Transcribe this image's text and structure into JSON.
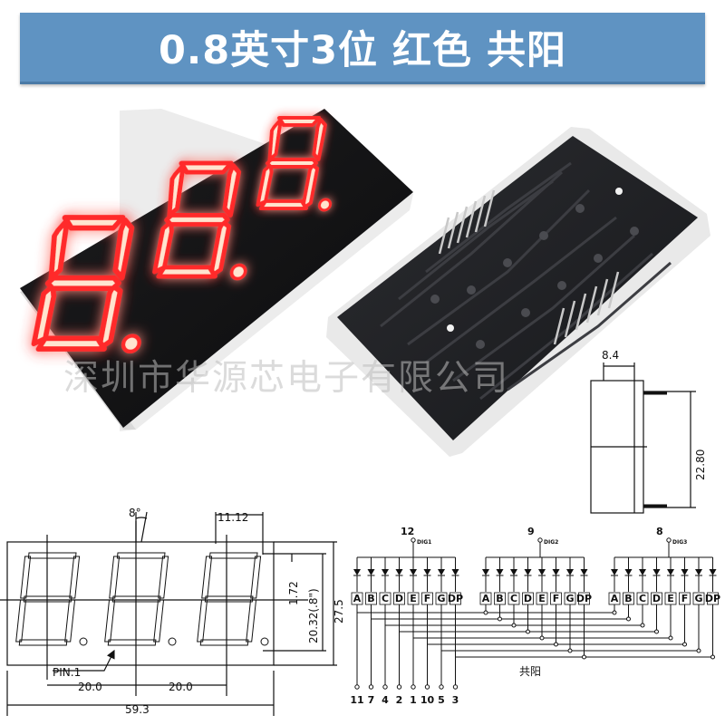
{
  "banner": {
    "title": "0.8英寸3位 红色 共阳"
  },
  "display": {
    "digits": "8.8.8.",
    "segment_color": "#ff2a2a"
  },
  "watermark": "深圳市华源芯电子有限公司",
  "side_view": {
    "thickness": "8.4",
    "pin_length": "22.80"
  },
  "front_dims": {
    "digit_tilt": "8°",
    "digit_width": "11.12",
    "segment_height": "1.72",
    "digit_height": "20.32(.8\")",
    "total_height": "27.5",
    "pin1_label": "PIN.1",
    "pitch_1": "20.0",
    "pitch_2": "20.0",
    "total_width": "59.3"
  },
  "circuit": {
    "type_label": "共阳",
    "digits": [
      {
        "pin": "12",
        "name": "DIG1"
      },
      {
        "pin": "9",
        "name": "DIG2"
      },
      {
        "pin": "8",
        "name": "DIG3"
      }
    ],
    "segments": [
      "A",
      "B",
      "C",
      "D",
      "E",
      "F",
      "G",
      "DP"
    ],
    "segment_pins": [
      "11",
      "7",
      "4",
      "2",
      "1",
      "10",
      "5",
      "3"
    ]
  }
}
